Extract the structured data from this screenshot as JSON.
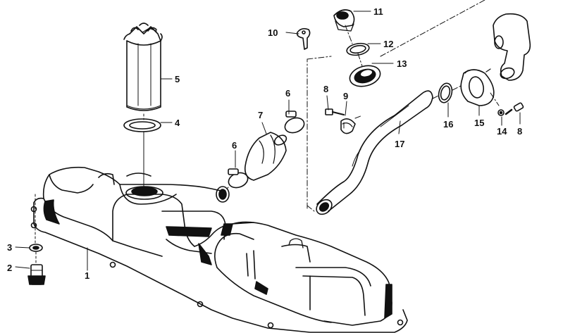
{
  "diagram": {
    "callouts": [
      {
        "id": "c1",
        "text": "1"
      },
      {
        "id": "c2",
        "text": "2"
      },
      {
        "id": "c3",
        "text": "3"
      },
      {
        "id": "c4",
        "text": "4"
      },
      {
        "id": "c5",
        "text": "5"
      },
      {
        "id": "c6a",
        "text": "6"
      },
      {
        "id": "c6b",
        "text": "6"
      },
      {
        "id": "c7",
        "text": "7"
      },
      {
        "id": "c8a",
        "text": "8"
      },
      {
        "id": "c8b",
        "text": "8"
      },
      {
        "id": "c9",
        "text": "9"
      },
      {
        "id": "c10",
        "text": "10"
      },
      {
        "id": "c11",
        "text": "11"
      },
      {
        "id": "c12",
        "text": "12"
      },
      {
        "id": "c13",
        "text": "13"
      },
      {
        "id": "c14",
        "text": "14"
      },
      {
        "id": "c15",
        "text": "15"
      },
      {
        "id": "c16",
        "text": "16"
      },
      {
        "id": "c17",
        "text": "17"
      }
    ]
  }
}
